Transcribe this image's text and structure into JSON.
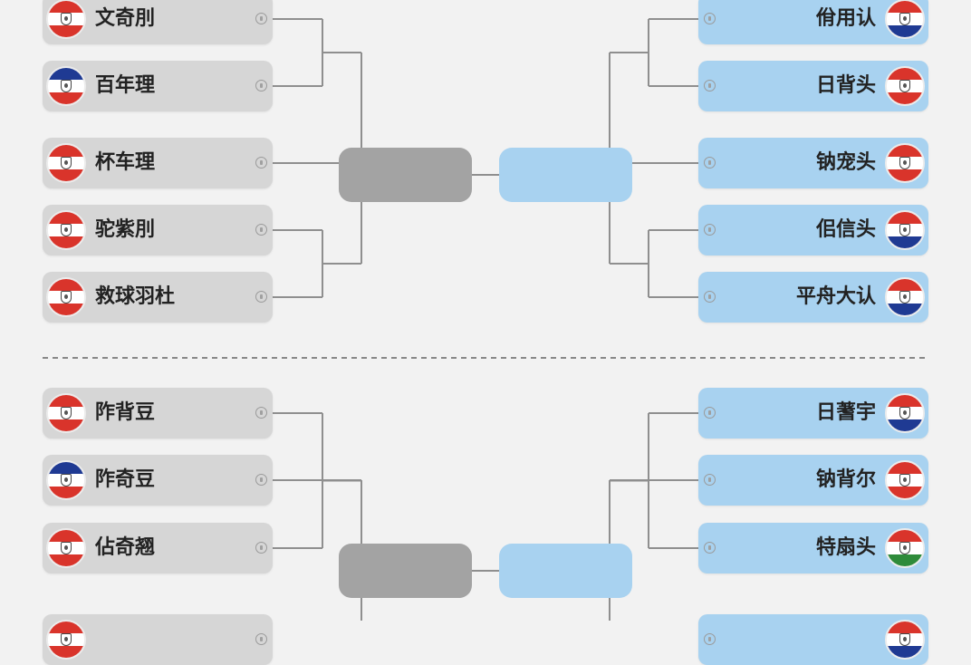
{
  "colors": {
    "background": "#f2f2f2",
    "left_bracket": "#d6d6d6",
    "right_bracket": "#a8d2f0",
    "left_winner_slot": "#a3a3a3",
    "right_winner_slot": "#a8d2f0",
    "connector": "#8f8f8f",
    "divider": "#888888"
  },
  "brackets": [
    {
      "left_teams": [
        {
          "name": "文奇刖",
          "flag": [
            "#d9342b",
            "#ffffff",
            "#d9342b"
          ]
        },
        {
          "name": "百年理",
          "flag": [
            "#1f3a93",
            "#ffffff",
            "#d9342b"
          ]
        },
        {
          "name": "杯车理",
          "flag": [
            "#d9342b",
            "#ffffff",
            "#d9342b"
          ]
        },
        {
          "name": "驼紫刖",
          "flag": [
            "#d9342b",
            "#ffffff",
            "#d9342b"
          ]
        },
        {
          "name": "救球羽杜",
          "flag": [
            "#d9342b",
            "#ffffff",
            "#d9342b"
          ]
        }
      ],
      "right_teams": [
        {
          "name": "佾用认",
          "flag": [
            "#d9342b",
            "#ffffff",
            "#1f3a93"
          ]
        },
        {
          "name": "日背头",
          "flag": [
            "#d9342b",
            "#ffffff",
            "#d9342b"
          ]
        },
        {
          "name": "钠宠头",
          "flag": [
            "#d9342b",
            "#ffffff",
            "#d9342b"
          ]
        },
        {
          "name": "佀信头",
          "flag": [
            "#d9342b",
            "#ffffff",
            "#1f3a93"
          ]
        },
        {
          "name": "平舟大认",
          "flag": [
            "#d9342b",
            "#ffffff",
            "#1f3a93"
          ]
        }
      ]
    },
    {
      "left_teams": [
        {
          "name": "阼背豆",
          "flag": [
            "#d9342b",
            "#ffffff",
            "#d9342b"
          ]
        },
        {
          "name": "阼奇豆",
          "flag": [
            "#1f3a93",
            "#ffffff",
            "#d9342b"
          ]
        },
        {
          "name": "佔奇翘",
          "flag": [
            "#d9342b",
            "#ffffff",
            "#d9342b"
          ]
        },
        {
          "name": "",
          "flag": [
            "#d9342b",
            "#ffffff",
            "#d9342b"
          ]
        }
      ],
      "right_teams": [
        {
          "name": "日蓍宇",
          "flag": [
            "#d9342b",
            "#ffffff",
            "#1f3a93"
          ]
        },
        {
          "name": "钠背尔",
          "flag": [
            "#d9342b",
            "#ffffff",
            "#d9342b"
          ]
        },
        {
          "name": "特扇头",
          "flag": [
            "#d9342b",
            "#ffffff",
            "#2e8b3a"
          ]
        },
        {
          "name": "",
          "flag": [
            "#d9342b",
            "#ffffff",
            "#1f3a93"
          ]
        }
      ]
    }
  ]
}
